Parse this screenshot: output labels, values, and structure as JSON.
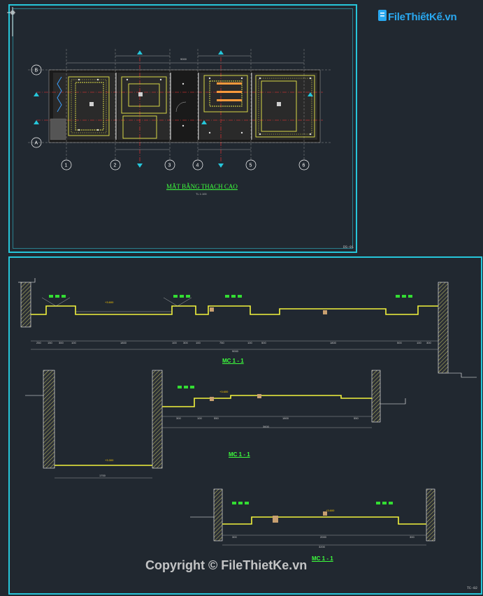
{
  "watermark": {
    "logo_text": "FileThiếtKế.vn",
    "copyright": "Copyright © FileThietKe.vn"
  },
  "sheet_top": {
    "title": "MẶT BẰNG THẠCH CAO",
    "scale": "TL 1:100",
    "sheet_code": "DS-01",
    "grid_numbers": [
      "1",
      "2",
      "3",
      "4",
      "5",
      "6"
    ],
    "grid_letters": [
      "B",
      "A"
    ],
    "overall_dim": "9000"
  },
  "sheet_bottom": {
    "sheet_code": "TC-02",
    "sections": [
      {
        "title": "MC 1 - 1",
        "dims": [
          "250",
          "150",
          "300",
          "100",
          "1800",
          "100",
          "300",
          "100",
          "750",
          "100",
          "500",
          "1800",
          "500",
          "100",
          "300"
        ],
        "total": "9000",
        "level": "+3.600"
      },
      {
        "title": "MC 1 - 1",
        "dims_left": [
          "1700"
        ],
        "dims_right": [
          "300",
          "100",
          "550",
          "1800",
          "550"
        ],
        "total": "3600",
        "level_left": "+3.300",
        "level_right": "+3.600"
      },
      {
        "title": "MC 1 - 1",
        "dims": [
          "300",
          "2000",
          "300"
        ],
        "total": "3200",
        "level": "+3.600"
      }
    ]
  }
}
